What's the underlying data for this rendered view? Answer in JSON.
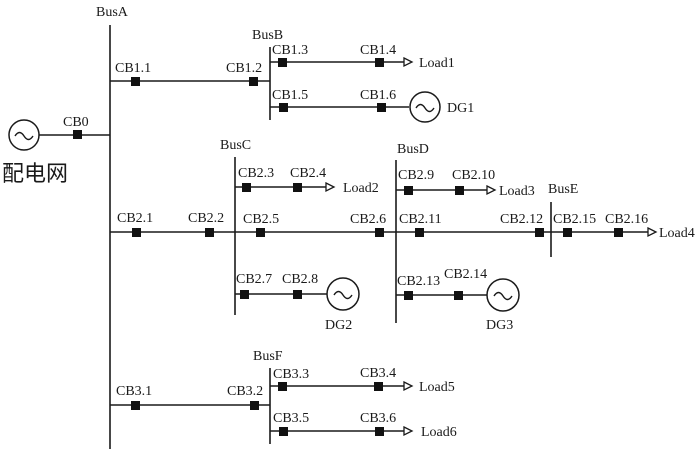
{
  "grid_label": "配电网",
  "buses": {
    "A": "BusA",
    "B": "BusB",
    "C": "BusC",
    "D": "BusD",
    "E": "BusE",
    "F": "BusF"
  },
  "breakers": {
    "cb0": "CB0",
    "cb1_1": "CB1.1",
    "cb1_2": "CB1.2",
    "cb1_3": "CB1.3",
    "cb1_4": "CB1.4",
    "cb1_5": "CB1.5",
    "cb1_6": "CB1.6",
    "cb2_1": "CB2.1",
    "cb2_2": "CB2.2",
    "cb2_3": "CB2.3",
    "cb2_4": "CB2.4",
    "cb2_5": "CB2.5",
    "cb2_6": "CB2.6",
    "cb2_7": "CB2.7",
    "cb2_8": "CB2.8",
    "cb2_9": "CB2.9",
    "cb2_10": "CB2.10",
    "cb2_11": "CB2.11",
    "cb2_12": "CB2.12",
    "cb2_13": "CB2.13",
    "cb2_14": "CB2.14",
    "cb2_15": "CB2.15",
    "cb2_16": "CB2.16",
    "cb3_1": "CB3.1",
    "cb3_2": "CB3.2",
    "cb3_3": "CB3.3",
    "cb3_4": "CB3.4",
    "cb3_5": "CB3.5",
    "cb3_6": "CB3.6"
  },
  "loads": {
    "load1": "Load1",
    "load2": "Load2",
    "load3": "Load3",
    "load4": "Load4",
    "load5": "Load5",
    "load6": "Load6"
  },
  "generators": {
    "dg1": "DG1",
    "dg2": "DG2",
    "dg3": "DG3"
  }
}
